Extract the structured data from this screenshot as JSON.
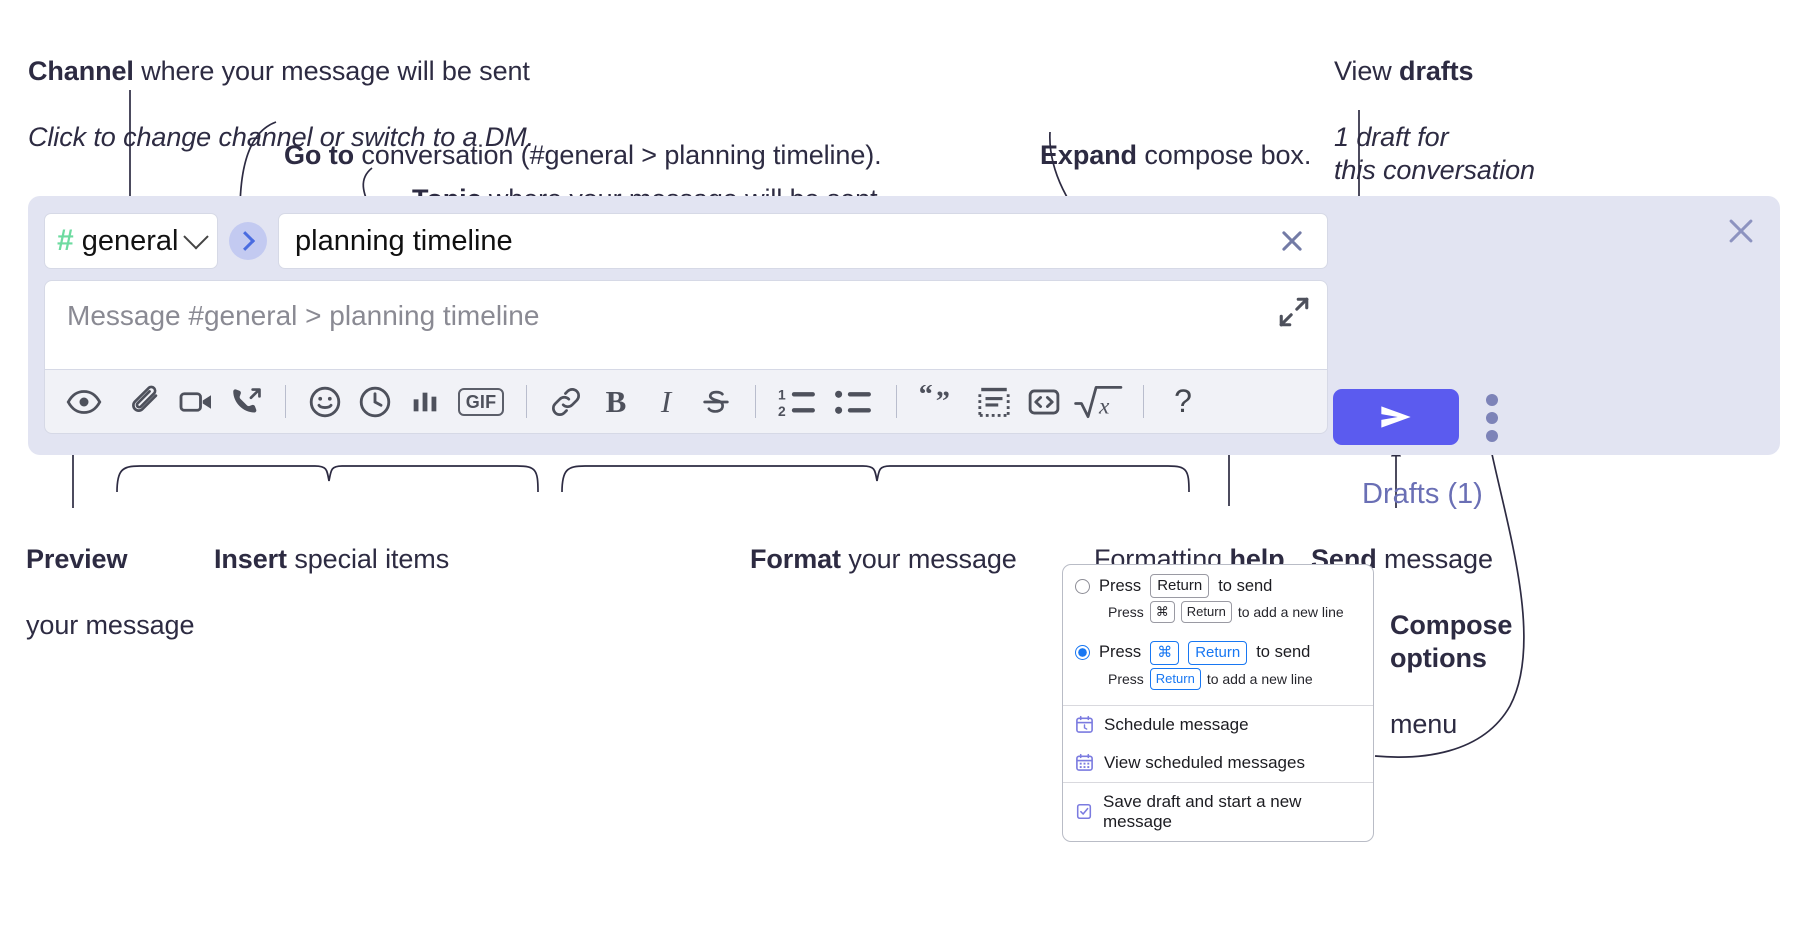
{
  "annotations": {
    "channel": {
      "bold": "Channel",
      "rest": " where your message will be sent",
      "italic": "Click to change channel or switch to a DM."
    },
    "goto": {
      "bold": "Go to",
      "rest": " conversation (#general > planning timeline)."
    },
    "topic": {
      "bold": "Topic",
      "rest": " where your message will be sent"
    },
    "expand": {
      "bold": "Expand",
      "rest": " compose box."
    },
    "drafts": {
      "pre": "View ",
      "bold": "drafts",
      "italic": "1 draft for\nthis conversation"
    },
    "preview": {
      "bold": "Preview",
      "rest": "your message"
    },
    "insert": {
      "bold": "Insert",
      "rest": " special items"
    },
    "format": {
      "bold": "Format",
      "rest": " your message"
    },
    "formatting_help": {
      "pre": "Formatting ",
      "bold": "help"
    },
    "send": {
      "bold": "Send",
      "rest": " message"
    },
    "compose_options": {
      "bold": "Compose\noptions",
      "rest": "menu"
    }
  },
  "compose": {
    "channel": {
      "name": "general",
      "hash_icon": "hash-icon",
      "caret_icon": "chevron-down-icon"
    },
    "goto_button": {
      "icon": "chevron-right-icon"
    },
    "topic": {
      "value": "planning timeline",
      "clear_icon": "close-icon"
    },
    "message": {
      "placeholder": "Message #general > planning timeline",
      "value": ""
    },
    "expand_icon": "expand-icon",
    "close_icon": "close-icon",
    "drafts_label": "Drafts (1)",
    "send_icon": "send-paper-plane-icon",
    "overflow_icon": "kebab-menu-icon",
    "accent_color": "#5b5bef",
    "panel_color": "#e2e4f2",
    "hash_color": "#6ddba0",
    "drafts_color": "#6a6fb5",
    "toolbar": [
      {
        "name": "preview-button",
        "icon": "eye-icon",
        "label": ""
      },
      {
        "sep": true
      },
      {
        "name": "attach-file-button",
        "icon": "paperclip-icon",
        "label": ""
      },
      {
        "name": "record-video-button",
        "icon": "video-camera-icon",
        "label": ""
      },
      {
        "name": "record-audio-button",
        "icon": "phone-forward-icon",
        "label": ""
      },
      {
        "sep": true
      },
      {
        "name": "emoji-button",
        "icon": "emoji-smiley-icon",
        "label": ""
      },
      {
        "name": "reminder-button",
        "icon": "clock-icon",
        "label": ""
      },
      {
        "name": "poll-button",
        "icon": "bar-chart-icon",
        "label": ""
      },
      {
        "name": "gif-button",
        "icon": "gif-icon",
        "label": "GIF"
      },
      {
        "sep": true
      },
      {
        "name": "link-button",
        "icon": "link-icon",
        "label": ""
      },
      {
        "name": "bold-button",
        "icon": "bold-icon",
        "label": "B"
      },
      {
        "name": "italic-button",
        "icon": "italic-icon",
        "label": "I"
      },
      {
        "name": "strikethrough-button",
        "icon": "strikethrough-icon",
        "label": "S"
      },
      {
        "sep": true
      },
      {
        "name": "ordered-list-button",
        "icon": "ordered-list-icon",
        "label": ""
      },
      {
        "name": "bullet-list-button",
        "icon": "bullet-list-icon",
        "label": ""
      },
      {
        "sep": true
      },
      {
        "name": "blockquote-button",
        "icon": "quote-icon",
        "label": ""
      },
      {
        "name": "code-block-button",
        "icon": "code-block-icon",
        "label": ""
      },
      {
        "name": "inline-code-button",
        "icon": "code-brackets-icon",
        "label": ""
      },
      {
        "name": "math-button",
        "icon": "square-root-x-icon",
        "label": ""
      },
      {
        "sep": true
      },
      {
        "name": "formatting-help-button",
        "icon": "question-mark-icon",
        "label": "?"
      }
    ]
  },
  "menu": {
    "options": [
      {
        "selected": false,
        "line": {
          "pre": "Press",
          "key": "Return",
          "post": "to send"
        },
        "sub": {
          "pre": "Press",
          "key1": "⌘",
          "key2": "Return",
          "post": "to add a new line"
        }
      },
      {
        "selected": true,
        "line": {
          "pre": "Press",
          "key1": "⌘",
          "key2": "Return",
          "post": "to send"
        },
        "sub": {
          "pre": "Press",
          "key": "Return",
          "post": "to add a new line"
        }
      }
    ],
    "items": [
      {
        "icon": "calendar-clock-icon",
        "label": "Schedule message"
      },
      {
        "icon": "calendar-grid-icon",
        "label": "View scheduled messages"
      },
      {
        "icon": "save-draft-icon",
        "label": "Save draft and start a new message",
        "divider": true
      }
    ],
    "selected_color": "#1877f2",
    "icon_color": "#7b7be0"
  }
}
